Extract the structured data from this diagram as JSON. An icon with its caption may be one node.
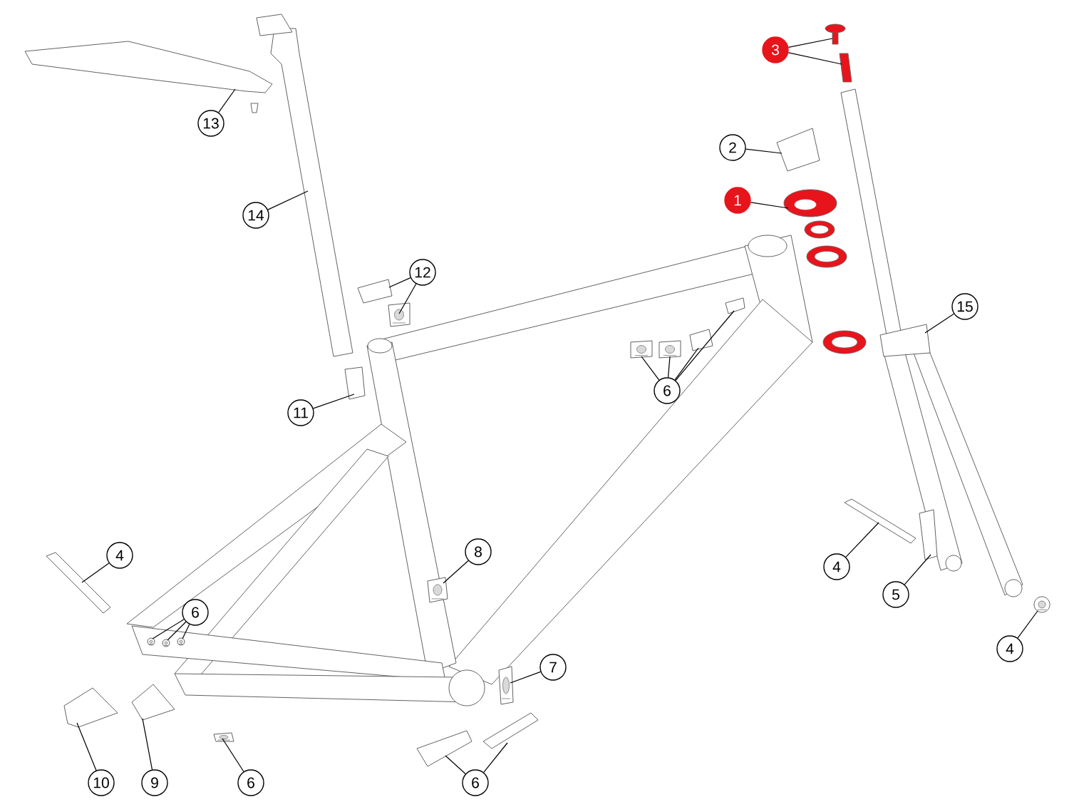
{
  "diagram": {
    "nodes": [
      {
        "text": [
          "3"
        ]
      },
      {
        "text": [
          "13"
        ]
      },
      {
        "text": [
          "2"
        ]
      },
      {
        "text": [
          "1"
        ]
      },
      {
        "text": [
          "14"
        ]
      },
      {
        "text": [
          "12"
        ]
      },
      {
        "text": [
          "15"
        ]
      },
      {
        "text": [
          "6"
        ]
      },
      {
        "text": [
          "11"
        ]
      },
      {
        "text": [
          "8"
        ]
      },
      {
        "text": [
          "4"
        ]
      },
      {
        "text": [
          "4"
        ]
      },
      {
        "text": [
          "5"
        ]
      },
      {
        "text": [
          "6"
        ]
      },
      {
        "text": [
          "4"
        ]
      },
      {
        "text": [
          "7"
        ]
      },
      {
        "text": [
          "10"
        ]
      },
      {
        "text": [
          "9"
        ]
      },
      {
        "text": [
          "6"
        ]
      },
      {
        "text": [
          "6"
        ]
      },
      {
        "text": [],
        "shape": "picture"
      },
      {
        "text": [],
        "shape": "picture"
      },
      {
        "text": [],
        "shape": "picture"
      },
      {
        "text": [],
        "shape": "picture"
      },
      {
        "text": [],
        "shape": "picture"
      },
      {
        "text": [],
        "shape": "picture"
      },
      {
        "text": [],
        "shape": "picture"
      },
      {
        "text": [],
        "shape": "picture"
      },
      {
        "text": [],
        "shape": "picture"
      },
      {
        "text": [],
        "shape": "picture"
      },
      {
        "text": [],
        "shape": "picture"
      },
      {
        "text": [],
        "shape": "picture"
      },
      {
        "text": [],
        "shape": "picture"
      },
      {
        "text": [],
        "shape": "picture"
      },
      {
        "text": [],
        "shape": "picture"
      },
      {
        "text": [],
        "shape": "picture"
      },
      {
        "text": [],
        "shape": "picture"
      },
      {
        "text": [],
        "shape": "picture"
      },
      {
        "text": [],
        "shape": "picture"
      },
      {
        "text": [],
        "shape": "picture"
      },
      {
        "text": [],
        "shape": "picture"
      },
      {
        "text": [],
        "shape": "picture"
      },
      {
        "text": [],
        "shape": "picture"
      },
      {
        "text": [],
        "shape": "picture"
      },
      {
        "text": [],
        "shape": "picture"
      },
      {
        "text": [],
        "shape": "picture"
      },
      {
        "text": [],
        "shape": "picture"
      },
      {
        "text": [],
        "shape": "picture"
      }
    ],
    "edges": [
      {
        "from": 0,
        "to": 20,
        "arrow": "none"
      },
      {
        "from": 0,
        "to": 21,
        "arrow": "none"
      },
      {
        "from": 1,
        "to": 22,
        "arrow": "none"
      },
      {
        "from": 2,
        "to": 23,
        "arrow": "none"
      },
      {
        "from": 3,
        "to": 24,
        "arrow": "none"
      },
      {
        "from": 4,
        "to": 25,
        "arrow": "none"
      },
      {
        "from": 5,
        "to": 26,
        "arrow": "none"
      },
      {
        "from": 5,
        "to": 27,
        "arrow": "none"
      },
      {
        "from": 6,
        "to": 28,
        "arrow": "none"
      },
      {
        "from": 7,
        "to": 29,
        "arrow": "none"
      },
      {
        "from": 7,
        "to": 30,
        "arrow": "none"
      },
      {
        "from": 7,
        "to": 31,
        "arrow": "none"
      },
      {
        "from": 7,
        "to": 32,
        "arrow": "none"
      },
      {
        "from": 8,
        "to": 33,
        "arrow": "none"
      },
      {
        "from": 9,
        "to": 34,
        "arrow": "none"
      },
      {
        "from": 10,
        "to": 35,
        "arrow": "none"
      },
      {
        "from": 11,
        "to": 36,
        "arrow": "none"
      },
      {
        "from": 12,
        "to": 37,
        "arrow": "none"
      },
      {
        "from": 13,
        "to": 38,
        "arrow": "none"
      },
      {
        "from": 13,
        "to": 39,
        "arrow": "none"
      },
      {
        "from": 13,
        "to": 40,
        "arrow": "none"
      },
      {
        "from": 14,
        "to": 41,
        "arrow": "none"
      },
      {
        "from": 15,
        "to": 42,
        "arrow": "none"
      },
      {
        "from": 16,
        "to": 43,
        "arrow": "none"
      },
      {
        "from": 17,
        "to": 44,
        "arrow": "none"
      },
      {
        "from": 18,
        "to": 45,
        "arrow": "none"
      },
      {
        "from": 19,
        "to": 46,
        "arrow": "none"
      },
      {
        "from": 19,
        "to": 47,
        "arrow": "none"
      }
    ]
  }
}
